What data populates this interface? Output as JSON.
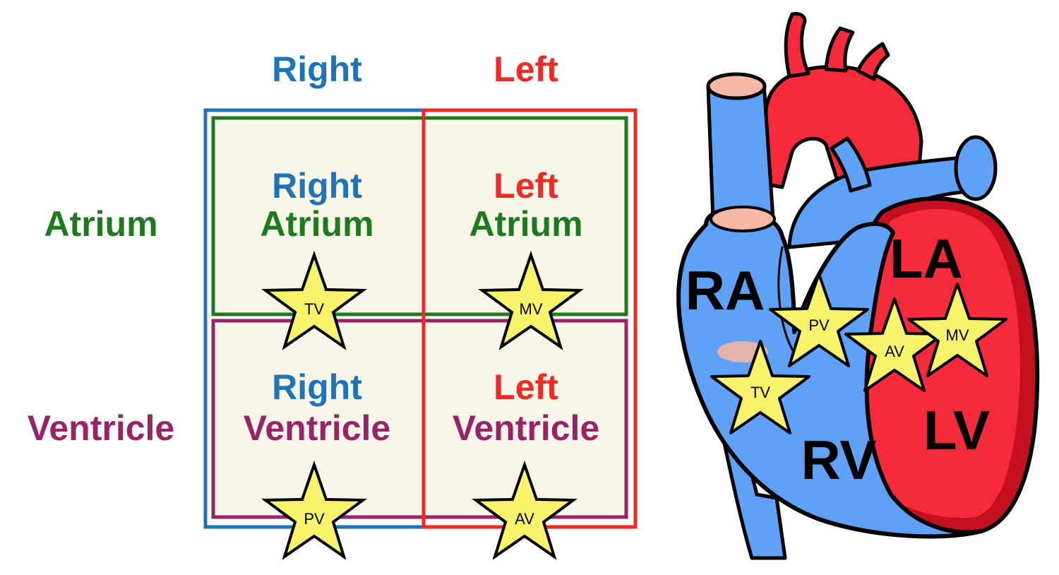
{
  "colors": {
    "right": "#1f74b8",
    "left": "#ee2a24",
    "atrium": "#1d7a1f",
    "ventricle": "#982367",
    "cell_bg": "#f8f5e9",
    "star_fill": "#f7f36b",
    "blood_blue": "#5fa1f7",
    "blood_red": "#f52a3a",
    "dark_red": "#c4101f",
    "vessel_opening": "#f5b8a6"
  },
  "grid": {
    "col_right": "Right",
    "col_left": "Left",
    "row_atrium": "Atrium",
    "row_ventricle": "Ventricle",
    "ra_line1": "Right",
    "ra_line2": "Atrium",
    "la_line1": "Left",
    "la_line2": "Atrium",
    "rv_line1": "Right",
    "rv_line2": "Ventricle",
    "lv_line1": "Left",
    "lv_line2": "Ventricle",
    "star_tv": "TV",
    "star_mv": "MV",
    "star_pv": "PV",
    "star_av": "AV"
  },
  "heart": {
    "ra": "RA",
    "la": "LA",
    "rv": "RV",
    "lv": "LV",
    "star_pv": "PV",
    "star_av": "AV",
    "star_mv": "MV",
    "star_tv": "TV"
  }
}
